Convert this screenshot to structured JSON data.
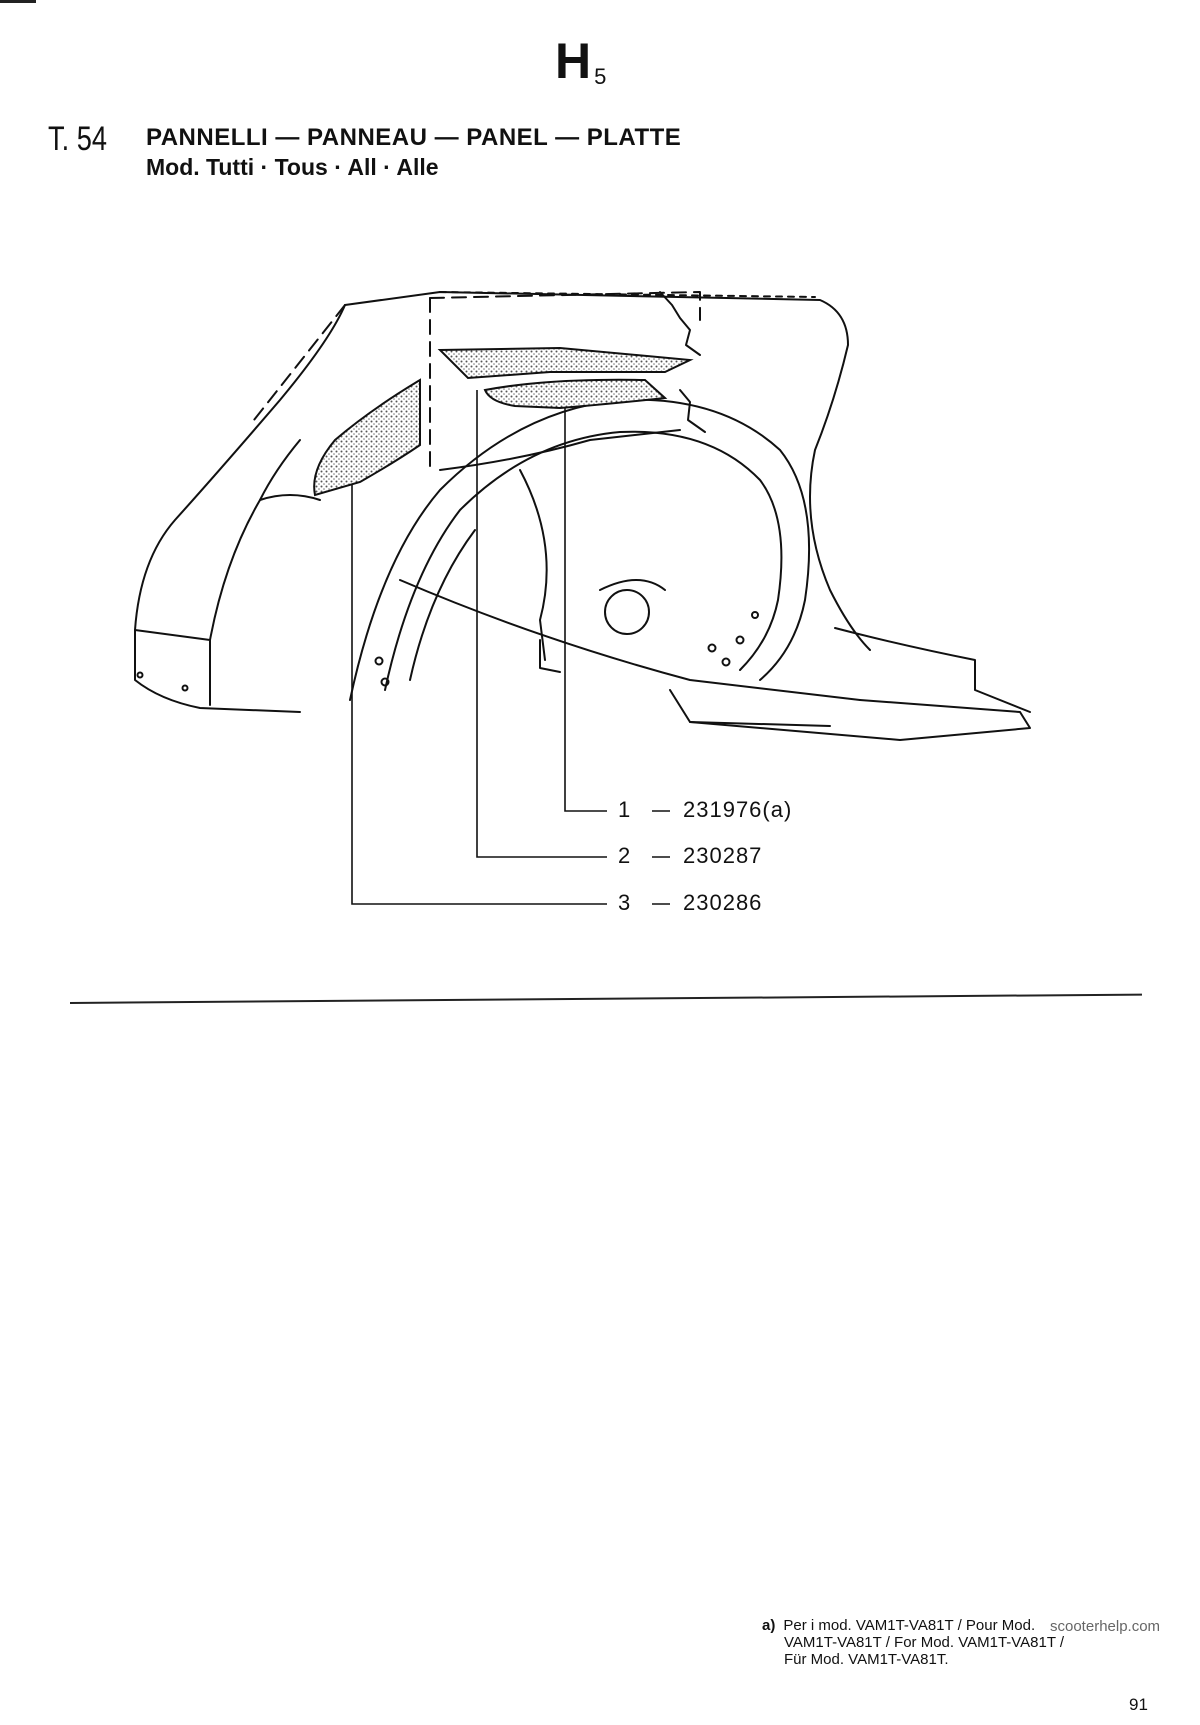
{
  "header": {
    "section_code": "H",
    "section_sub": "5",
    "table_number": "T. 54",
    "title": "PANNELLI — PANNEAU — PANEL — PLATTE",
    "subtitle": "Mod. Tutti · Tous · All · Alle"
  },
  "callouts": [
    {
      "number": "1",
      "part": "231976(a)"
    },
    {
      "number": "2",
      "part": "230287"
    },
    {
      "number": "3",
      "part": "230286"
    }
  ],
  "footnote": {
    "label": "a)",
    "lines": [
      "Per i mod. VAM1T-VA81T / Pour Mod.",
      "VAM1T-VA81T / For Mod. VAM1T-VA81T /",
      "Für Mod. VAM1T-VA81T."
    ]
  },
  "watermark": "scooterhelp.com",
  "page_number": "91"
}
